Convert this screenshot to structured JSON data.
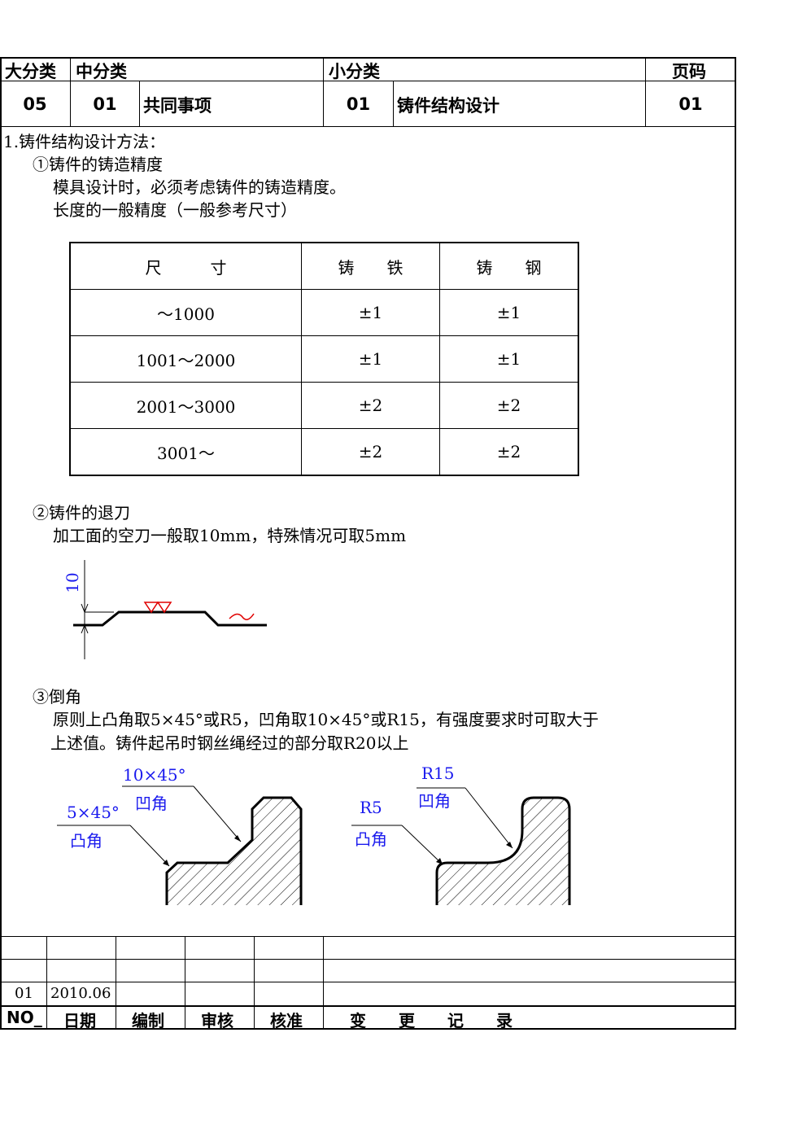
{
  "header": {
    "labels": {
      "major": "大分类",
      "middle": "中分类",
      "minor": "小分类",
      "page": "页码"
    },
    "values": {
      "major_code": "05",
      "middle_code": "01",
      "middle_name": "共同事项",
      "minor_code": "01",
      "minor_name": "铸件结构设计",
      "page_no": "01"
    }
  },
  "content": {
    "heading": "1.铸件结构设计方法：",
    "s1_title": "①铸件的铸造精度",
    "s1_line1": "模具设计时，必须考虑铸件的铸造精度。",
    "s1_line2": "长度的一般精度（一般参考尺寸）",
    "tolerance_table": {
      "headers": [
        "尺　　　寸",
        "铸　　铁",
        "铸　　钢"
      ],
      "rows": [
        [
          "～1000",
          "±1",
          "±1"
        ],
        [
          "1001～2000",
          "±1",
          "±1"
        ],
        [
          "2001～3000",
          "±2",
          "±2"
        ],
        [
          "3001～",
          "±2",
          "±2"
        ]
      ]
    },
    "s2_title": "②铸件的退刀",
    "s2_line1": "加工面的空刀一般取10mm，特殊情况可取5mm",
    "s2_dim": "10",
    "s3_title": "③倒角",
    "s3_line1": "原则上凸角取5×45°或R5，凹角取10×45°或R15，有强度要求时可取大于",
    "s3_line2": "上述值。铸件起吊时钢丝绳经过的部分取R20以上",
    "fig_left": {
      "top_dim": "10×45°",
      "top_label": "凹角",
      "bot_dim": "5×45°",
      "bot_label": "凸角"
    },
    "fig_right": {
      "top_dim": "R15",
      "top_label": "凹角",
      "bot_dim": "R5",
      "bot_label": "凸角"
    }
  },
  "footer": {
    "entry": {
      "no": "01",
      "date": "2010.06"
    },
    "labels": {
      "no": "NO_",
      "date": "日期",
      "edit": "编制",
      "review": "审核",
      "approve": "核准",
      "record": "变　　更　　记　　录"
    }
  },
  "colors": {
    "annotation_blue": "#1a1aee",
    "finish_mark_red": "#e00000"
  }
}
